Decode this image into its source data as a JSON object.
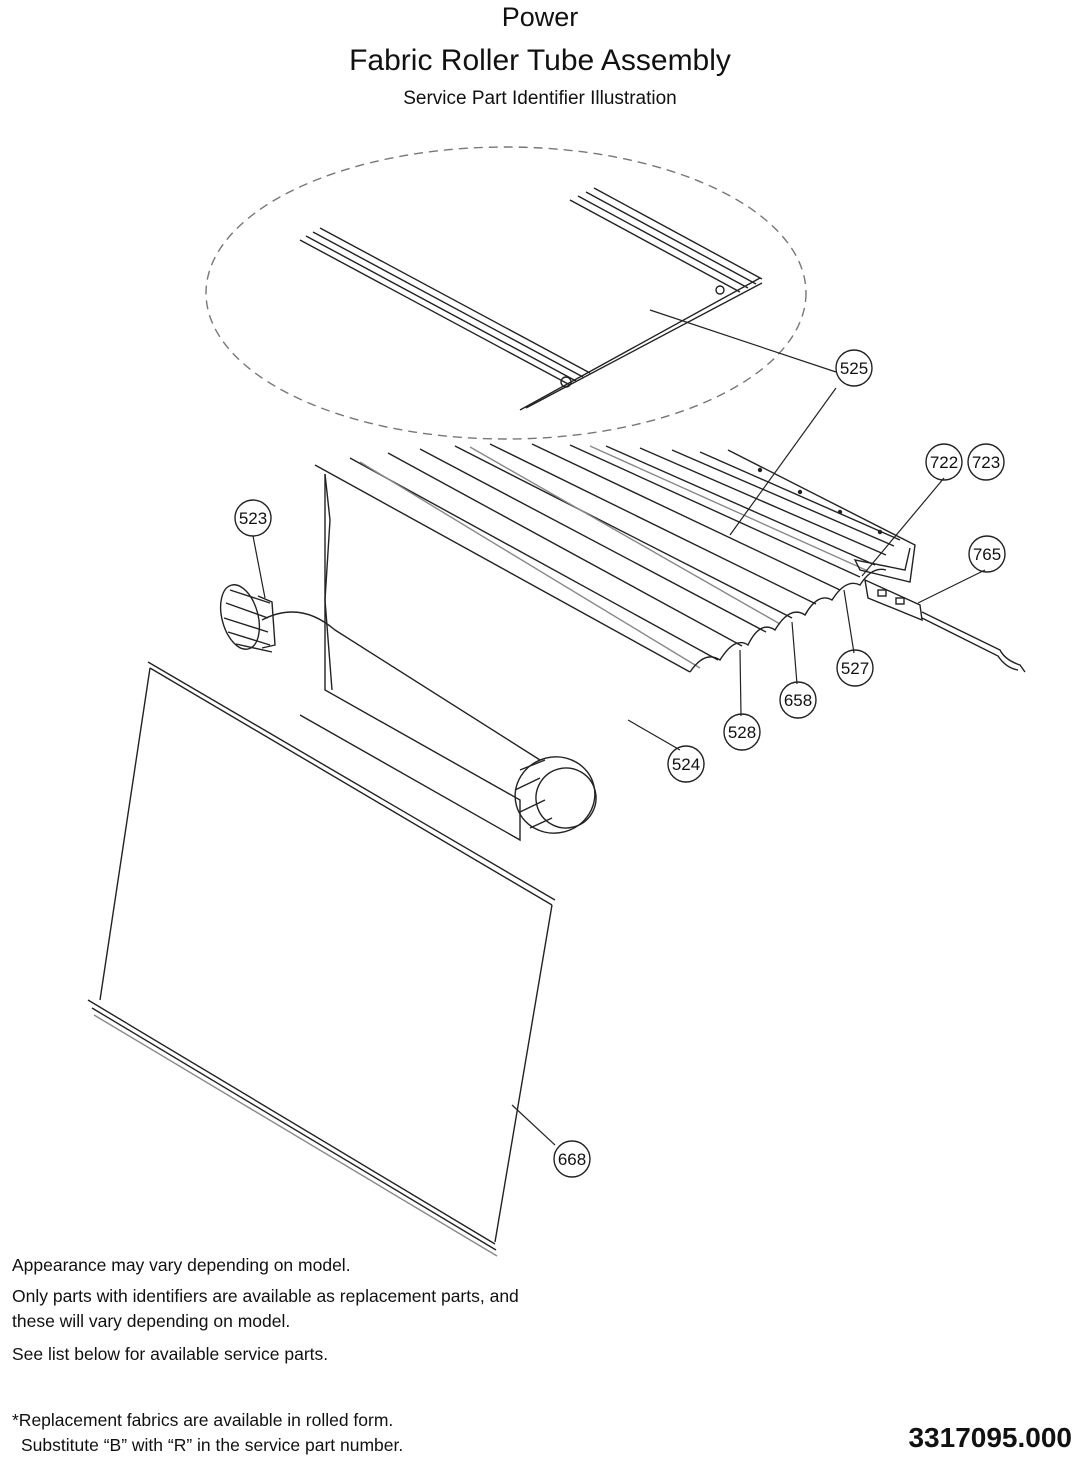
{
  "header": {
    "line1": "Power",
    "line2": "Fabric Roller Tube Assembly",
    "line3": "Service Part Identifier Illustration"
  },
  "callouts": [
    {
      "id": "c525",
      "label": "525"
    },
    {
      "id": "c722",
      "label": "722"
    },
    {
      "id": "c723",
      "label": "723"
    },
    {
      "id": "c765",
      "label": "765"
    },
    {
      "id": "c523",
      "label": "523"
    },
    {
      "id": "c527",
      "label": "527"
    },
    {
      "id": "c658",
      "label": "658"
    },
    {
      "id": "c528",
      "label": "528"
    },
    {
      "id": "c524",
      "label": "524"
    },
    {
      "id": "c668",
      "label": "668"
    }
  ],
  "notes": {
    "appearance": "Appearance may vary depending on model.",
    "only_parts": "Only parts with identifiers are available as replacement parts, and these will vary depending on model.",
    "see_list": "See list below for available service parts.",
    "replacement": "*Replacement fabrics are available in rolled form.",
    "substitute": "Substitute “B” with “R” in the service part number."
  },
  "part_number": "3317095.000"
}
